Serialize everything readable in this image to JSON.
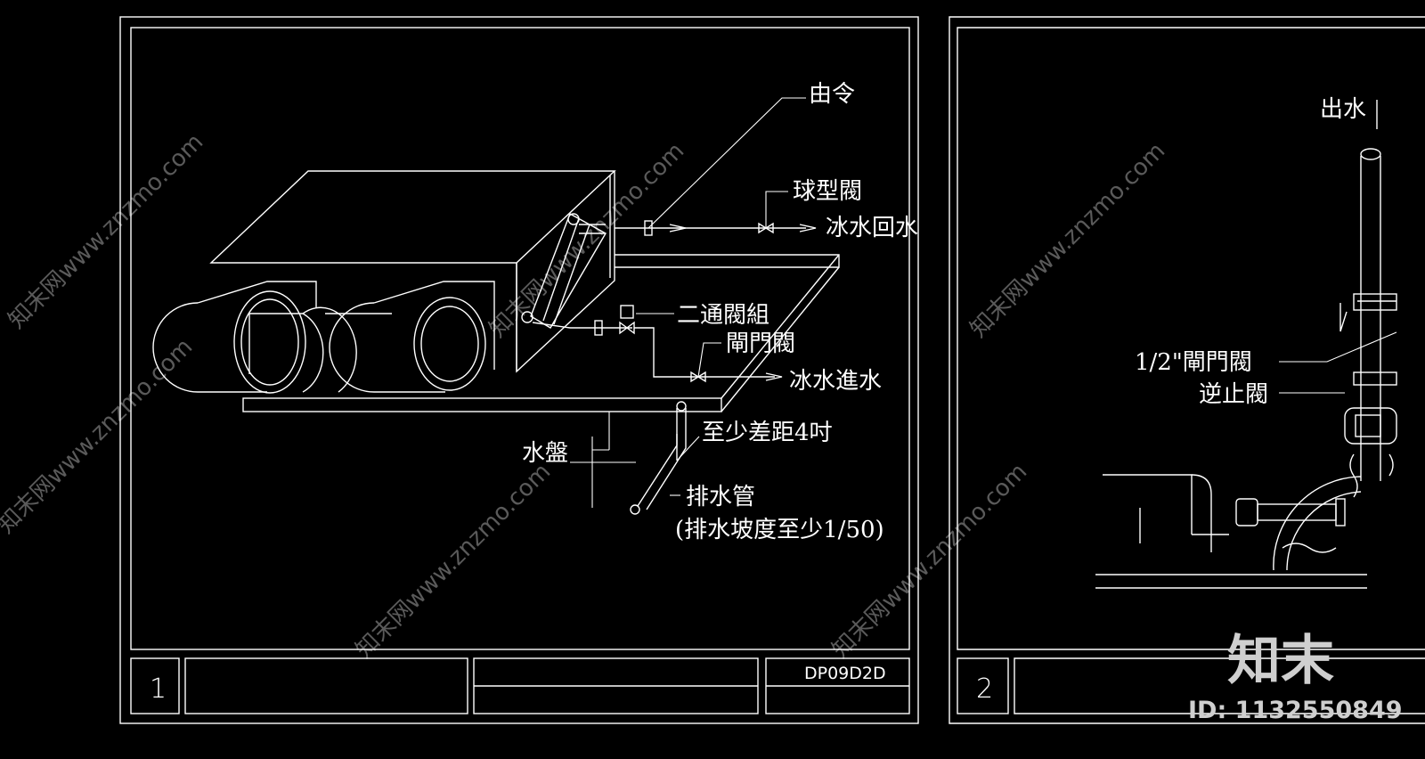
{
  "sheet1": {
    "labels": {
      "youling": "由令",
      "ball_valve": "球型閥",
      "chw_return": "冰水回水",
      "two_way_valve": "二通閥組",
      "gate_valve": "閘門閥",
      "chw_supply": "冰水進水",
      "min_gap": "至少差距4吋",
      "drain_pan": "水盤",
      "drain_pipe": "排水管",
      "drain_slope": "(排水坡度至少1/50)"
    },
    "title_block": {
      "number": "1",
      "code": "DP09D2D"
    }
  },
  "sheet2": {
    "labels": {
      "outlet": "出水",
      "half_gate_valve": "1/2\"閘門閥",
      "check_valve": "逆止閥"
    },
    "title_block": {
      "number": "2"
    }
  },
  "watermark": {
    "text": "知末网www.znzmo.com",
    "logo": "知末",
    "id": "ID: 1132550849"
  }
}
